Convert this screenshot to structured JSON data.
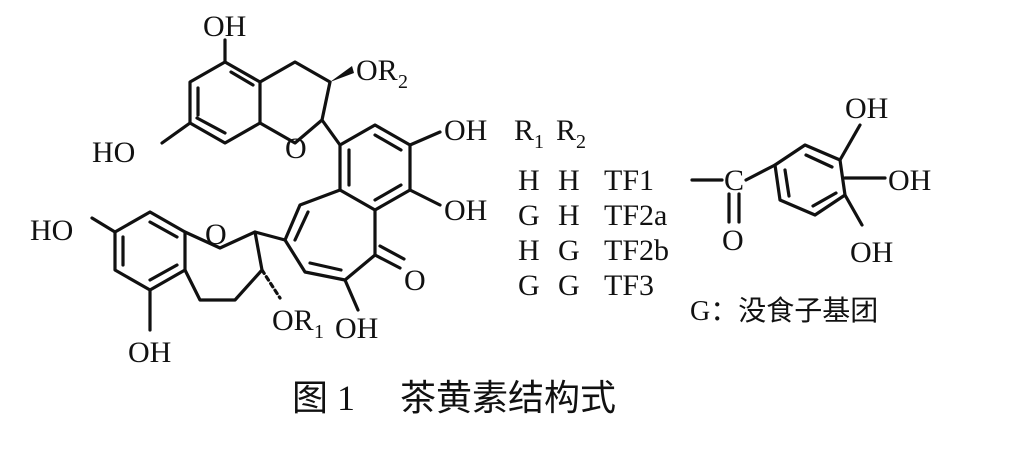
{
  "structure": {
    "labels": {
      "oh_top": "OH",
      "or2_group": "OR",
      "or2_sub": "2",
      "ho_upper_left": "HO",
      "o_upper_ring": "O",
      "oh_benz_top": "OH",
      "oh_benz_mid": "OH",
      "ho_lower_left": "HO",
      "o_lower_ring": "O",
      "o_ketone": "O",
      "or1_group": "OR",
      "or1_sub": "1",
      "oh_tropolone": "OH",
      "oh_bottom": "OH"
    }
  },
  "substituent_table": {
    "header": {
      "r1": "R",
      "r1_sub": "1",
      "r2": "R",
      "r2_sub": "2"
    },
    "rows": [
      {
        "r1": "H",
        "r2": "H",
        "name": "TF1"
      },
      {
        "r1": "G",
        "r2": "H",
        "name": "TF2a"
      },
      {
        "r1": "H",
        "r2": "G",
        "name": "TF2b"
      },
      {
        "r1": "G",
        "r2": "G",
        "name": "TF3"
      }
    ]
  },
  "galloyl": {
    "c_label": "C",
    "o_label": "O",
    "oh_top": "OH",
    "oh_right": "OH",
    "oh_bottom": "OH",
    "legend": "G：没食子基团"
  },
  "caption": {
    "number": "图 1",
    "title": "茶黄素结构式"
  }
}
